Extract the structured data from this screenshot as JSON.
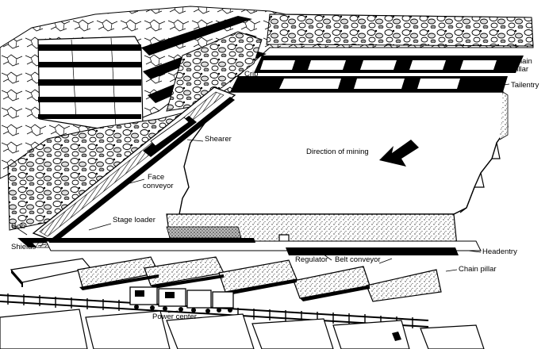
{
  "diagram": {
    "labels": {
      "chain_pillar_top": "Chain\npillar",
      "tailentry": "Tailentry",
      "crib": "Crib",
      "shearer": "Shearer",
      "direction_of_mining": "Direction of mining",
      "face_conveyor": "Face\nconveyor",
      "stage_loader": "Stage loader",
      "gob": "Gob",
      "shields": "Shields",
      "headentry": "Headentry",
      "regulator": "Regulator",
      "belt_conveyor": "Belt conveyor",
      "chain_pillar_bottom": "Chain pillar",
      "power_center": "Power center"
    },
    "colors": {
      "ink": "#000000",
      "paper": "#ffffff",
      "stipple": "#7a7a7a"
    }
  }
}
